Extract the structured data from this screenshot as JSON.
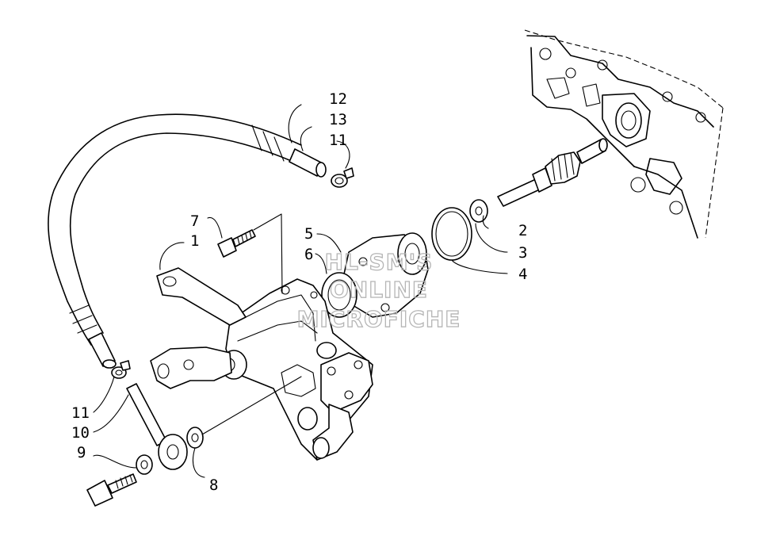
{
  "callouts": [
    {
      "id": "c1",
      "text": "1"
    },
    {
      "id": "c2",
      "text": "2"
    },
    {
      "id": "c3",
      "text": "3"
    },
    {
      "id": "c4",
      "text": "4"
    },
    {
      "id": "c5",
      "text": "5"
    },
    {
      "id": "c6",
      "text": "6"
    },
    {
      "id": "c7",
      "text": "7"
    },
    {
      "id": "c8",
      "text": "8"
    },
    {
      "id": "c9",
      "text": "9"
    },
    {
      "id": "c10",
      "text": "10"
    },
    {
      "id": "c11a",
      "text": "11"
    },
    {
      "id": "c11b",
      "text": "11"
    },
    {
      "id": "c12",
      "text": "12"
    },
    {
      "id": "c13",
      "text": "13"
    }
  ],
  "watermark": {
    "line1": "HL-SM'S",
    "line2": "ONLINE",
    "line3": "MICROFICHE"
  }
}
